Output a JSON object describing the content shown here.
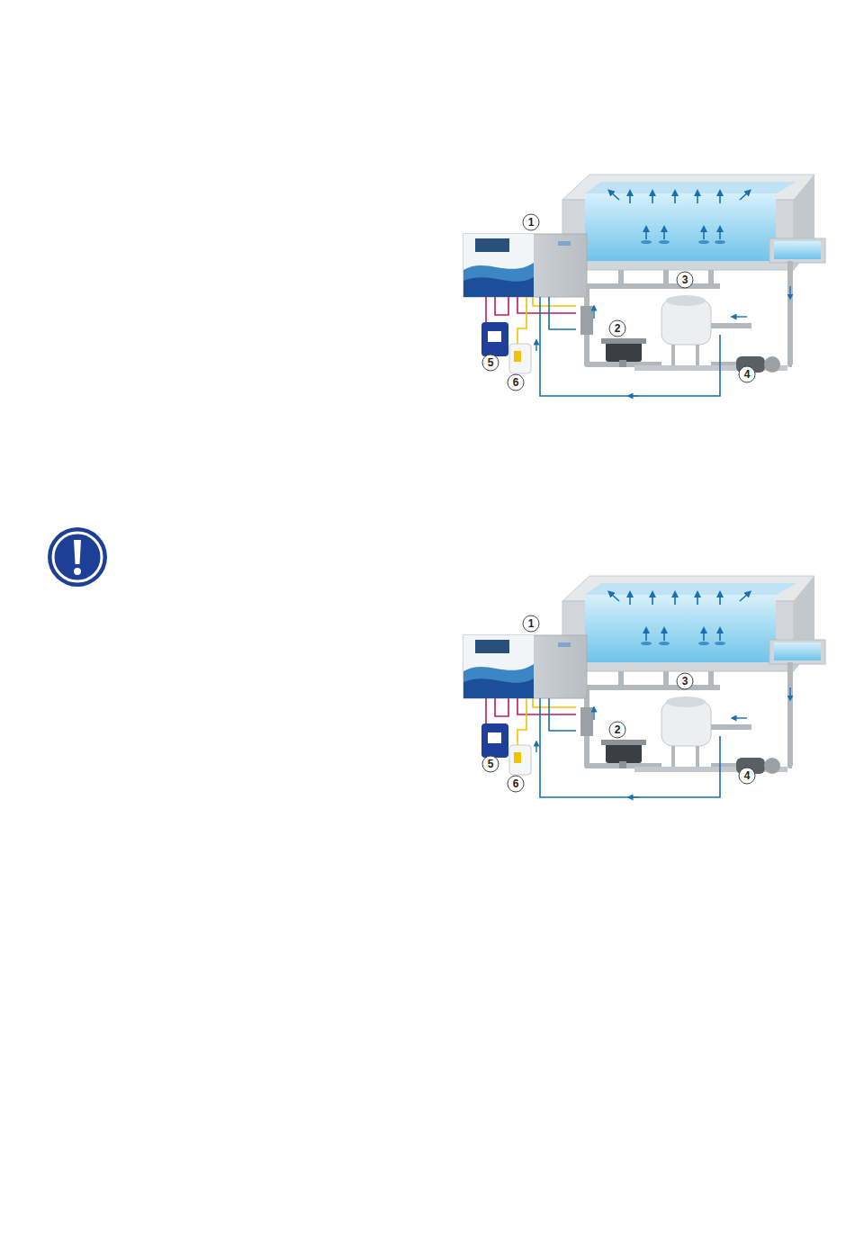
{
  "diagram": {
    "labels": [
      "1",
      "2",
      "3",
      "4",
      "5",
      "6",
      "1",
      "2",
      "3",
      "4",
      "5",
      "6"
    ]
  }
}
